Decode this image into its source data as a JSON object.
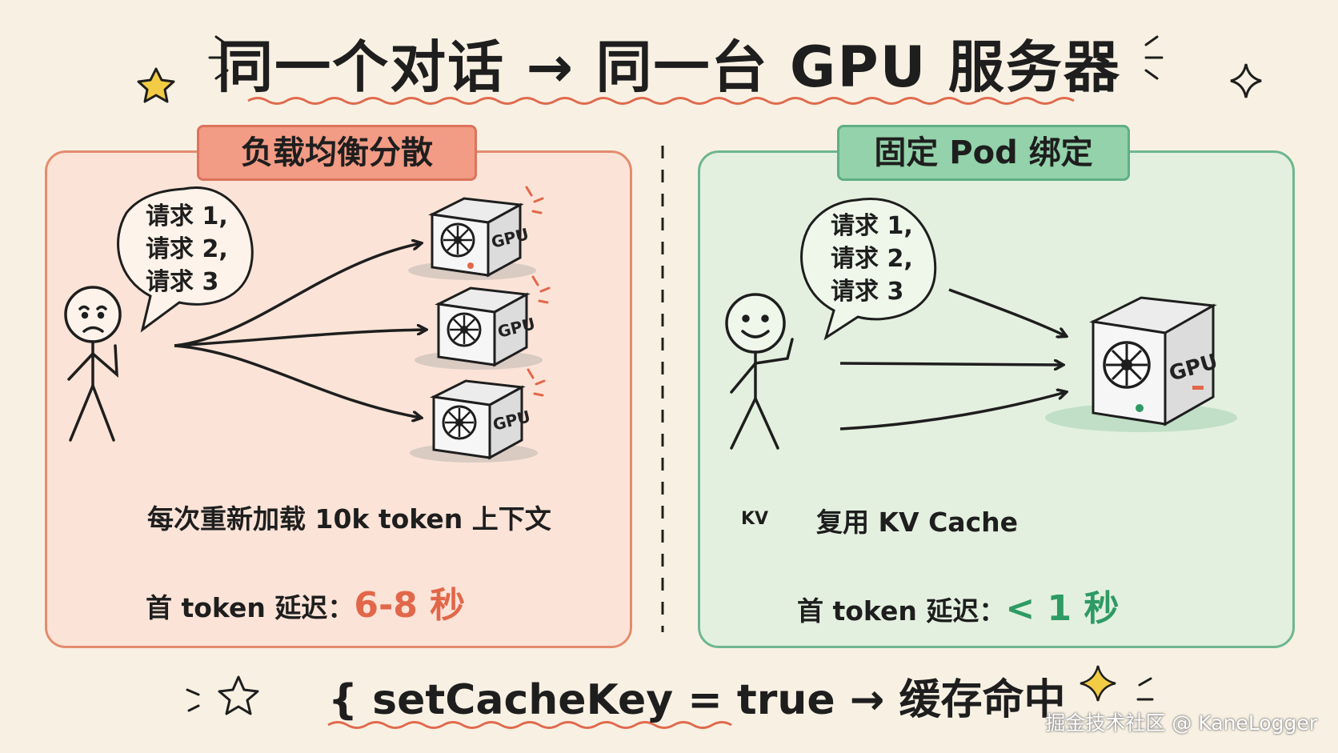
{
  "title": "同一个对话 → 同一台 GPU 服务器",
  "left": {
    "tag": "负载均衡分散",
    "bubble_lines": [
      "请求 1,",
      "请求 2,",
      "请求 3"
    ],
    "gpu_label": "GPU",
    "row1": "每次重新加载 10k token 上下文",
    "row2_prefix": "首 token 延迟：",
    "row2_value": "6-8 秒",
    "accent": "#e2674a"
  },
  "right": {
    "tag": "固定 Pod 绑定",
    "bubble_lines": [
      "请求 1,",
      "请求 2,",
      "请求 3"
    ],
    "gpu_label": "GPU",
    "kv_label": "KV",
    "row1": "复用 KV Cache",
    "row2_prefix": "首 token 延迟：",
    "row2_value": "< 1 秒",
    "accent": "#2e9a64"
  },
  "footer": "{ setCacheKey = true → 缓存命中",
  "watermark": "掘金技术社区 @ KaneLogger",
  "icons": {
    "reload": "reload-icon",
    "clock": "clock-icon",
    "database": "database-icon",
    "sad_face": "sad-face-icon",
    "happy_face": "happy-face-icon",
    "star": "sparkle-icon"
  }
}
